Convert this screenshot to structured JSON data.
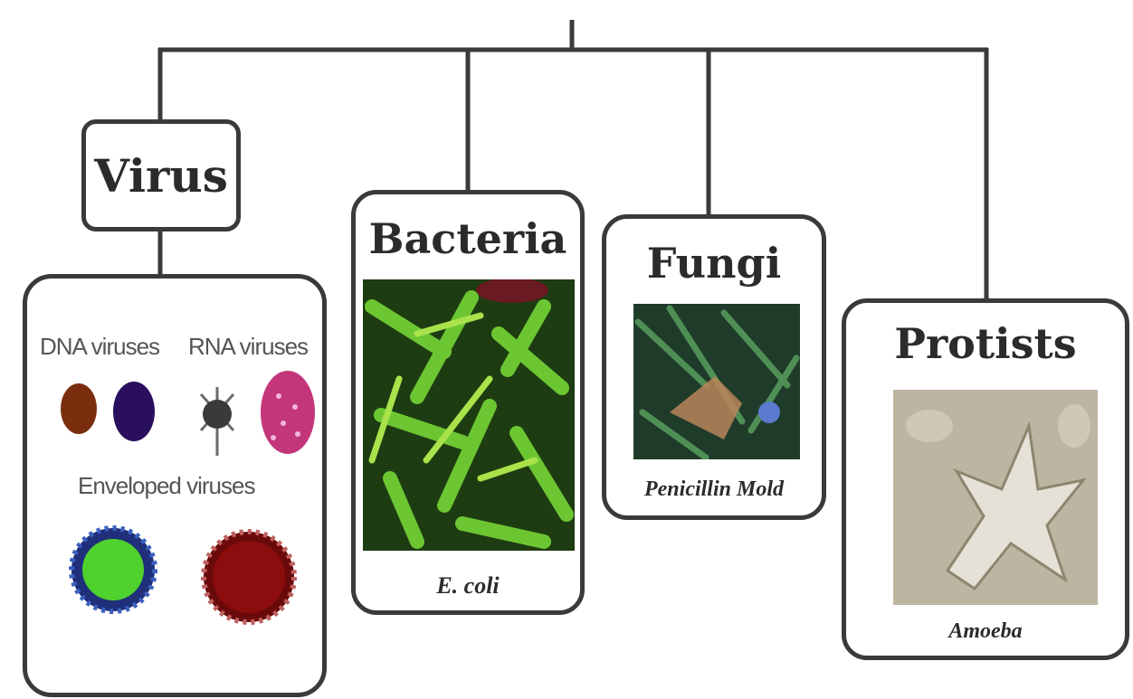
{
  "nodes": {
    "virus": {
      "title": "Virus"
    },
    "bacteria": {
      "title": "Bacteria",
      "caption": "E. coli"
    },
    "fungi": {
      "title": "Fungi",
      "caption": "Penicillin Mold"
    },
    "protists": {
      "title": "Protists",
      "caption": "Amoeba"
    }
  },
  "virus_panel": {
    "dna_label": "DNA viruses",
    "rna_label": "RNA viruses",
    "enveloped_label": "Enveloped viruses"
  },
  "colors": {
    "line": "#3a3a3a",
    "dna_virus_1": "#7a2e0e",
    "dna_virus_2": "#2a0f5e",
    "rna_virus_1": "#3a3a3a",
    "rna_virus_2": "#c4367a",
    "enveloped_1_core": "#4fd12e",
    "enveloped_1_shell": "#1f2f7a",
    "enveloped_2_core": "#8b0d0d",
    "bacteria_green": "#5cb82a",
    "fungi_green": "#2f6a3a",
    "protist_bg": "#bdb5a2"
  }
}
